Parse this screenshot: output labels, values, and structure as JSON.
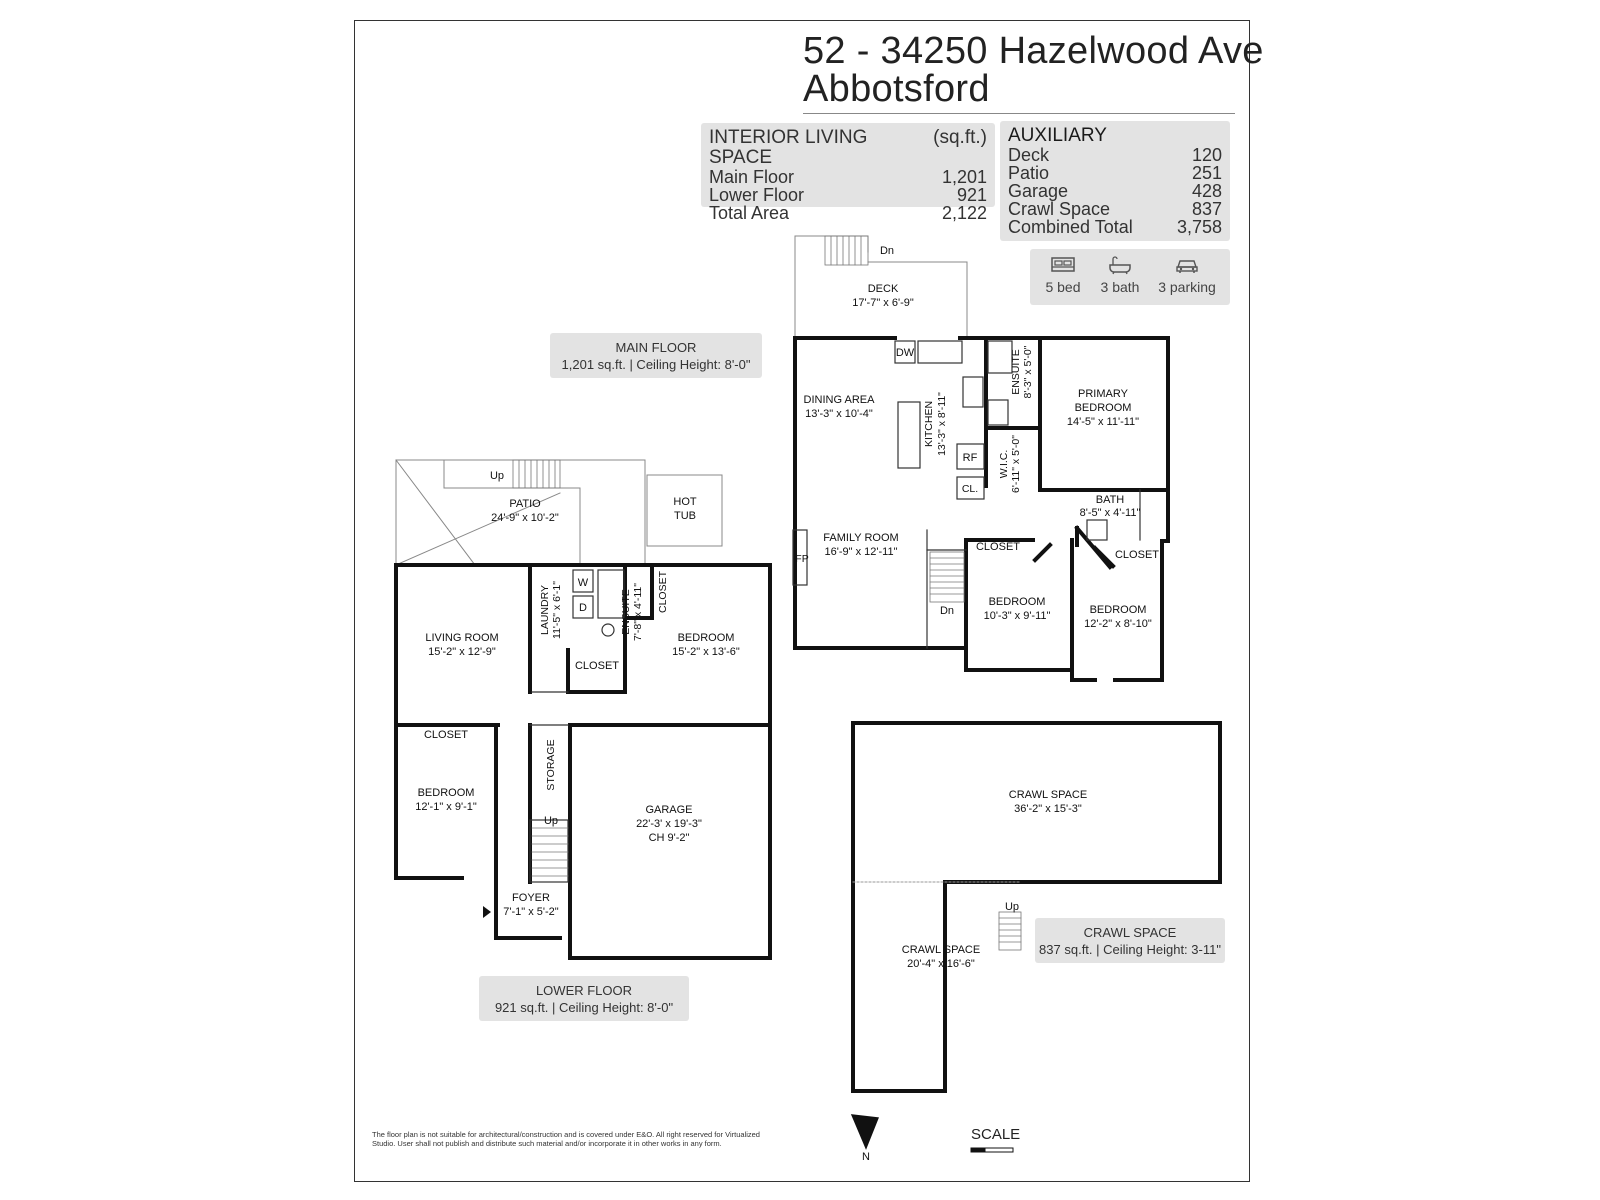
{
  "address": {
    "line1": "52 - 34250 Hazelwood Ave",
    "line2": "Abbotsford"
  },
  "interior": {
    "title": "INTERIOR LIVING SPACE",
    "unit": "(sq.ft.)",
    "rows": [
      {
        "label": "Main Floor",
        "value": "1,201"
      },
      {
        "label": "Lower Floor",
        "value": "921"
      },
      {
        "label": "Total Area",
        "value": "2,122"
      }
    ]
  },
  "auxiliary": {
    "title": "AUXILIARY",
    "rows": [
      {
        "label": "Deck",
        "value": "120"
      },
      {
        "label": "Patio",
        "value": "251"
      },
      {
        "label": "Garage",
        "value": "428"
      },
      {
        "label": "Crawl Space",
        "value": "837"
      },
      {
        "label": "Combined Total",
        "value": "3,758"
      }
    ]
  },
  "features": {
    "beds": "5 bed",
    "baths": "3 bath",
    "parking": "3 parking"
  },
  "labels": {
    "main": {
      "name": "MAIN FLOOR",
      "info": "1,201 sq.ft. | Ceiling Height: 8'-0\""
    },
    "lower": {
      "name": "LOWER FLOOR",
      "info": "921 sq.ft. | Ceiling Height: 8'-0\""
    },
    "crawl": {
      "name": "CRAWL SPACE",
      "info": "837 sq.ft. | Ceiling Height: 3-11\""
    }
  },
  "rooms": {
    "deck": {
      "name": "DECK",
      "dim": "17'-7\" x 6'-9\""
    },
    "deck_dn": "Dn",
    "dining": {
      "name": "DINING AREA",
      "dim": "13'-3\" x 10'-4\""
    },
    "kitchen": {
      "name": "KITCHEN",
      "dim": "13'-3\" x 8'-11\""
    },
    "ensuite_main": {
      "name": "ENSUITE",
      "dim": "8'-3\" x 5'-0\""
    },
    "primary": {
      "line1": "PRIMARY",
      "line2": "BEDROOM",
      "dim": "14'-5\" x 11'-11\""
    },
    "wic": {
      "name": "W.I.C.",
      "dim": "6'-11\" x 5'-0\""
    },
    "bath": {
      "name": "BATH",
      "dim": "8'-5\" x 4'-11\""
    },
    "family": {
      "name": "FAMILY ROOM",
      "dim": "16'-9\" x 12'-11\""
    },
    "closet_m1": "CLOSET",
    "closet_m2": "CLOSET",
    "bed_m1": {
      "name": "BEDROOM",
      "dim": "10'-3\" x 9'-11\""
    },
    "bed_m2": {
      "name": "BEDROOM",
      "dim": "12'-2\" x 8'-10\""
    },
    "main_dn": "Dn",
    "dw": "DW",
    "rf": "RF",
    "cl": "CL.",
    "fp": "FP",
    "patio": {
      "name": "PATIO",
      "dim": "24'-9\" x 10'-2\""
    },
    "patio_up": "Up",
    "hottub": {
      "line1": "HOT",
      "line2": "TUB"
    },
    "living": {
      "name": "LIVING ROOM",
      "dim": "15'-2\" x 12'-9\""
    },
    "laundry": {
      "name": "LAUNDRY",
      "dim": "11'-5\" x 6'-1\""
    },
    "w": "W",
    "d": "D",
    "ensuite_lower": {
      "name": "ENSUITE",
      "dim": "7'-8\" x 4'-11\""
    },
    "closet_l1": "CLOSET",
    "closet_l2": "CLOSET",
    "closet_l3": "CLOSET",
    "bed_l1": {
      "name": "BEDROOM",
      "dim": "15'-2\" x 13'-6\""
    },
    "bed_l2": {
      "name": "BEDROOM",
      "dim": "12'-1\" x 9'-1\""
    },
    "storage": "STORAGE",
    "lower_up": "Up",
    "garage": {
      "name": "GARAGE",
      "dim": "22'-3' x 19'-3\"",
      "ch": "CH 9'-2\""
    },
    "foyer": {
      "name": "FOYER",
      "dim": "7'-1\" x 5'-2\""
    },
    "crawl1": {
      "name": "CRAWL SPACE",
      "dim": "36'-2\" x 15'-3\""
    },
    "crawl2": {
      "name": "CRAWL SPACE",
      "dim": "20'-4\" x 16'-6\""
    },
    "crawl_up": "Up"
  },
  "north": "N",
  "scale": "SCALE",
  "disclaimer": "The floor plan is not suitable for architectural/construction and is covered under E&O. All right reserved for Virtualized Studio. User shall not publish and distribute such material and/or incorporate it in other works in any form."
}
